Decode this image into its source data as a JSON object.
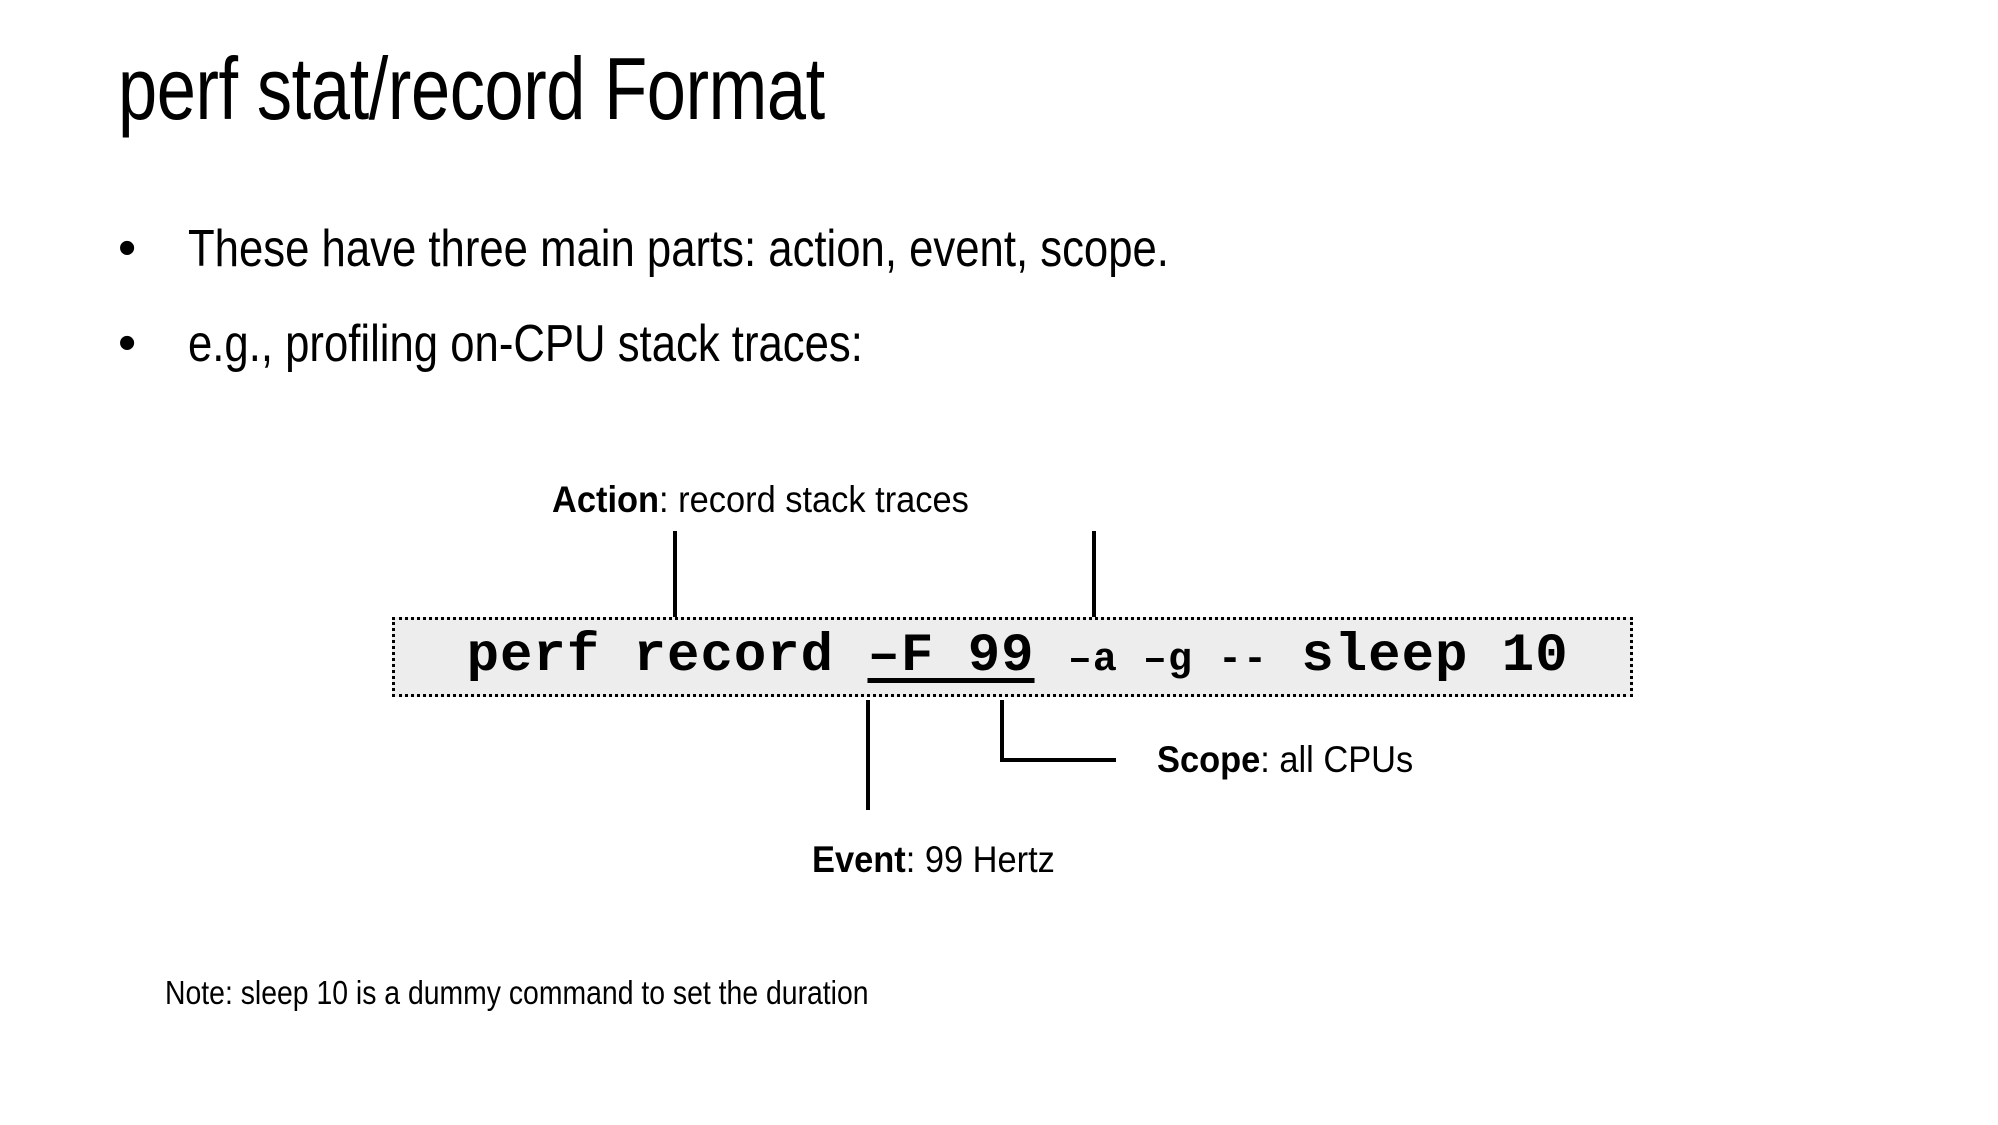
{
  "slide": {
    "title": "perf stat/record Format",
    "background_color": "#ffffff",
    "text_color": "#000000"
  },
  "bullets": [
    {
      "marker": "•",
      "text": "These have three main parts: action, event, scope."
    },
    {
      "marker": "•",
      "text": "e.g., profiling on-CPU stack traces:"
    }
  ],
  "command": {
    "full_text": "perf record –F 99 –a –g -- sleep 10",
    "segments": [
      {
        "text": "perf record ",
        "size": "big",
        "underline": false
      },
      {
        "text": "–F 99",
        "size": "big",
        "underline": true
      },
      {
        "text": " ",
        "size": "big",
        "underline": false
      },
      {
        "text": "–a –g --",
        "size": "small",
        "underline": false
      },
      {
        "text": " sleep 10",
        "size": "big",
        "underline": false
      }
    ],
    "box_fill": "#ededed",
    "box_border": "#000000",
    "box_border_style": "dotted"
  },
  "annotations": [
    {
      "id": "action",
      "key": "Action",
      "separator": ": ",
      "value": "record stack traces"
    },
    {
      "id": "scope",
      "key": "Scope",
      "separator": ": ",
      "value": "all CPUs"
    },
    {
      "id": "event",
      "key": "Event",
      "separator": ": ",
      "value": "99 Hertz"
    }
  ],
  "footnote": {
    "text": "Note: sleep 10 is a dummy command to set the duration"
  }
}
